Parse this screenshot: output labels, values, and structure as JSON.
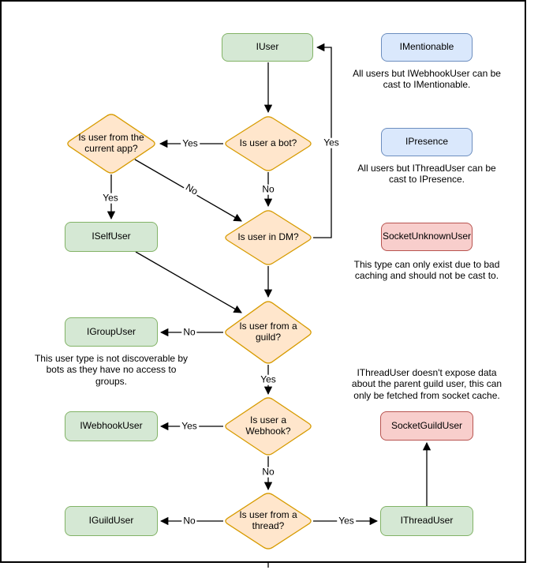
{
  "colors": {
    "background": "#ffffff",
    "line": "#000000",
    "green_fill": "#d5e8d4",
    "green_stroke": "#82b366",
    "blue_fill": "#dae8fc",
    "blue_stroke": "#6c8ebf",
    "red_fill": "#f8cecc",
    "red_stroke": "#b85450",
    "orange_fill": "#ffe6cc",
    "orange_stroke": "#d79b00"
  },
  "nodes": {
    "iuser": "IUser",
    "imentionable": "IMentionable",
    "ipresence": "IPresence",
    "socket_unknown_user": "SocketUnknownUser",
    "iselfuser": "ISelfUser",
    "igroupuser": "IGroupUser",
    "iwebhookuser": "IWebhookUser",
    "iguilduser": "IGuildUser",
    "ithreaduser": "IThreadUser",
    "socket_guild_user": "SocketGuildUser"
  },
  "decisions": {
    "is_bot": "Is user a bot?",
    "is_current_app": "Is user from the\ncurrent app?",
    "is_dm": "Is user in DM?",
    "is_guild": "Is user from a\nguild?",
    "is_webhook": "Is user a\nWebhook?",
    "is_thread": "Is user from a\nthread?"
  },
  "edge_labels": {
    "bot_yes": "Yes",
    "bot_no": "No",
    "dm_yes": "Yes",
    "app_yes": "Yes",
    "app_no": "No",
    "guild_no": "No",
    "guild_yes": "Yes",
    "webhook_yes": "Yes",
    "webhook_no": "No",
    "thread_no": "No",
    "thread_yes": "Yes"
  },
  "notes": {
    "mentionable": "All users but IWebhookUser can be\ncast to IMentionable.",
    "presence": "All users but IThreadUser can be\ncast to IPresence.",
    "unknown_user": "This type can only exist due to bad\ncaching and should not be cast to.",
    "group_user": "This user type is not discoverable by\nbots as they have no access to\ngroups.",
    "thread_user": "IThreadUser doesn't expose data\nabout the parent guild user, this can\nonly be fetched from socket cache."
  }
}
